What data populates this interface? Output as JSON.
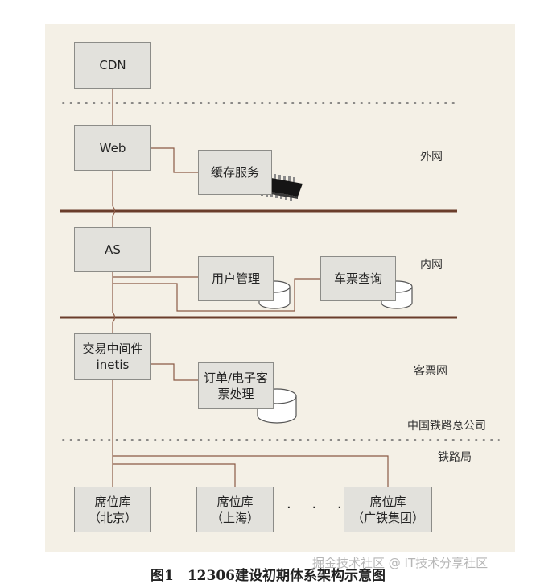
{
  "nodes": {
    "cdn": "CDN",
    "web": "Web",
    "cache": "缓存服务",
    "as": "AS",
    "user_mgmt": "用户管理",
    "ticket_query": "车票查询",
    "middleware_line1": "交易中间件",
    "middleware_line2": "inetis",
    "order_line1": "订单/电子客",
    "order_line2": "票处理",
    "seat_beijing_line1": "席位库",
    "seat_beijing_line2": "（北京）",
    "seat_shanghai_line1": "席位库",
    "seat_shanghai_line2": "（上海）",
    "seat_guangtie_line1": "席位库",
    "seat_guangtie_line2": "（广铁集团）"
  },
  "zones": {
    "external": "外网",
    "internal": "内网",
    "passenger": "客票网",
    "hq": "中国铁路总公司",
    "bureau": "铁路局"
  },
  "ellipsis": "· · ·",
  "caption": "图1　12306建设初期体系架构示意图",
  "watermark": "掘金技术社区 @ IT技术分享社区",
  "colors": {
    "panel_bg": "#f4f0e6",
    "box_bg": "#e2e1dc",
    "connector": "#8b5a45",
    "rail": "#6a3d2b"
  }
}
